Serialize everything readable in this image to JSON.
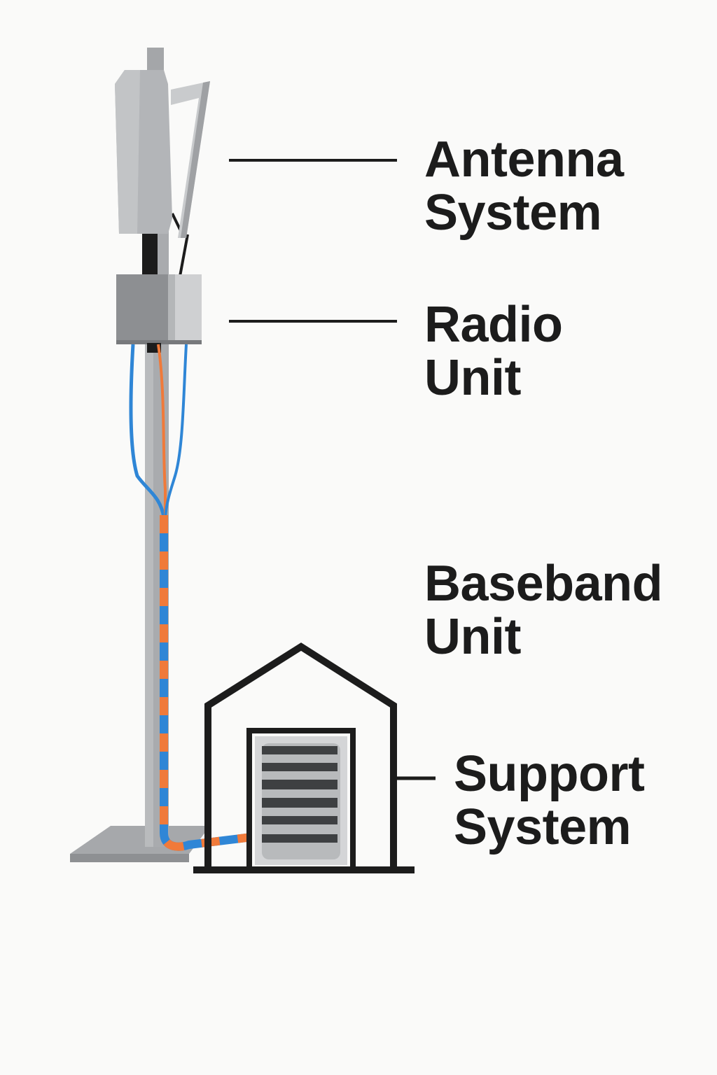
{
  "labels": {
    "antenna": {
      "line1": "Antenna",
      "line2": "System"
    },
    "radio": {
      "line1": "Radio",
      "line2": "Unit"
    },
    "baseband": {
      "line1": "Baseband",
      "line2": "Unit"
    },
    "support": {
      "line1": "Support",
      "line2": "System"
    }
  },
  "colors": {
    "background": "#fafaf9",
    "text": "#1c1c1c",
    "pole_gray": "#a9abae",
    "antenna_gray": "#b3b5b8",
    "radio_gray": "#8d8f92",
    "cable_blue": "#2f86d6",
    "cable_orange": "#f07a3a",
    "outline_black": "#1c1c1c"
  }
}
